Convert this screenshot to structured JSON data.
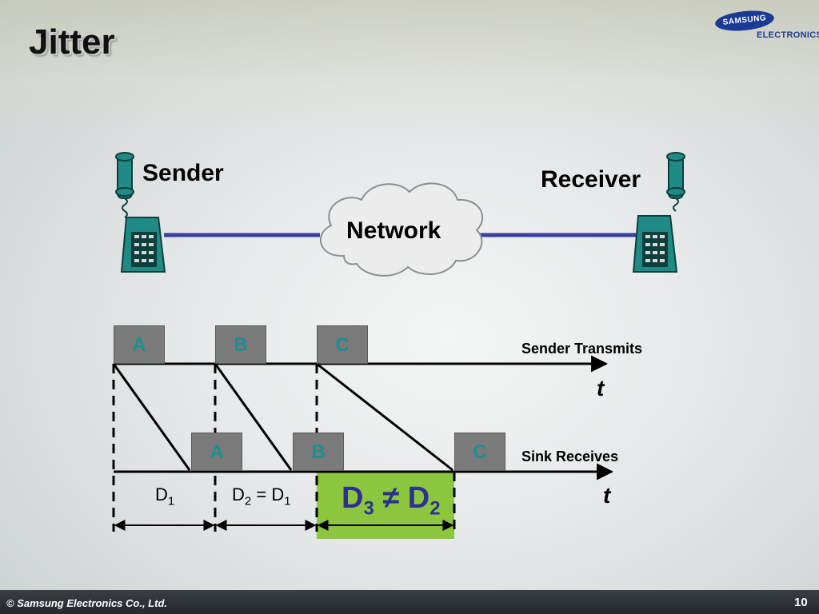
{
  "slide": {
    "title": "Jitter",
    "logo": {
      "brand": "SAMSUNG",
      "sub": "ELECTRONICS"
    },
    "footer": {
      "copyright": "© Samsung Electronics Co., Ltd.",
      "page_number": "10"
    }
  },
  "topology": {
    "sender_label": "Sender",
    "receiver_label": "Receiver",
    "network_label": "Network"
  },
  "timeline": {
    "sender_axis_label": "Sender Transmits",
    "sink_axis_label": "Sink Receives",
    "time_symbol": "t",
    "sent_packets": [
      "A",
      "B",
      "C"
    ],
    "received_packets": [
      "A",
      "B",
      "C"
    ],
    "delays": {
      "d1": {
        "base": "D",
        "sub": "1"
      },
      "d2": {
        "base": "D",
        "sub": "2",
        "eq": "=",
        "rhs_base": "D",
        "rhs_sub": "1"
      },
      "d3": {
        "base": "D",
        "sub": "3",
        "neq": "≠",
        "rhs_base": "D",
        "rhs_sub": "2"
      }
    }
  },
  "colors": {
    "packet_box": "#7a7a7a",
    "packet_letter": "#1e8e93",
    "highlight": "#8cc63f",
    "network_line": "#3a3f9a",
    "d3_text": "#2c3290",
    "phone_body": "#1f8a86"
  }
}
